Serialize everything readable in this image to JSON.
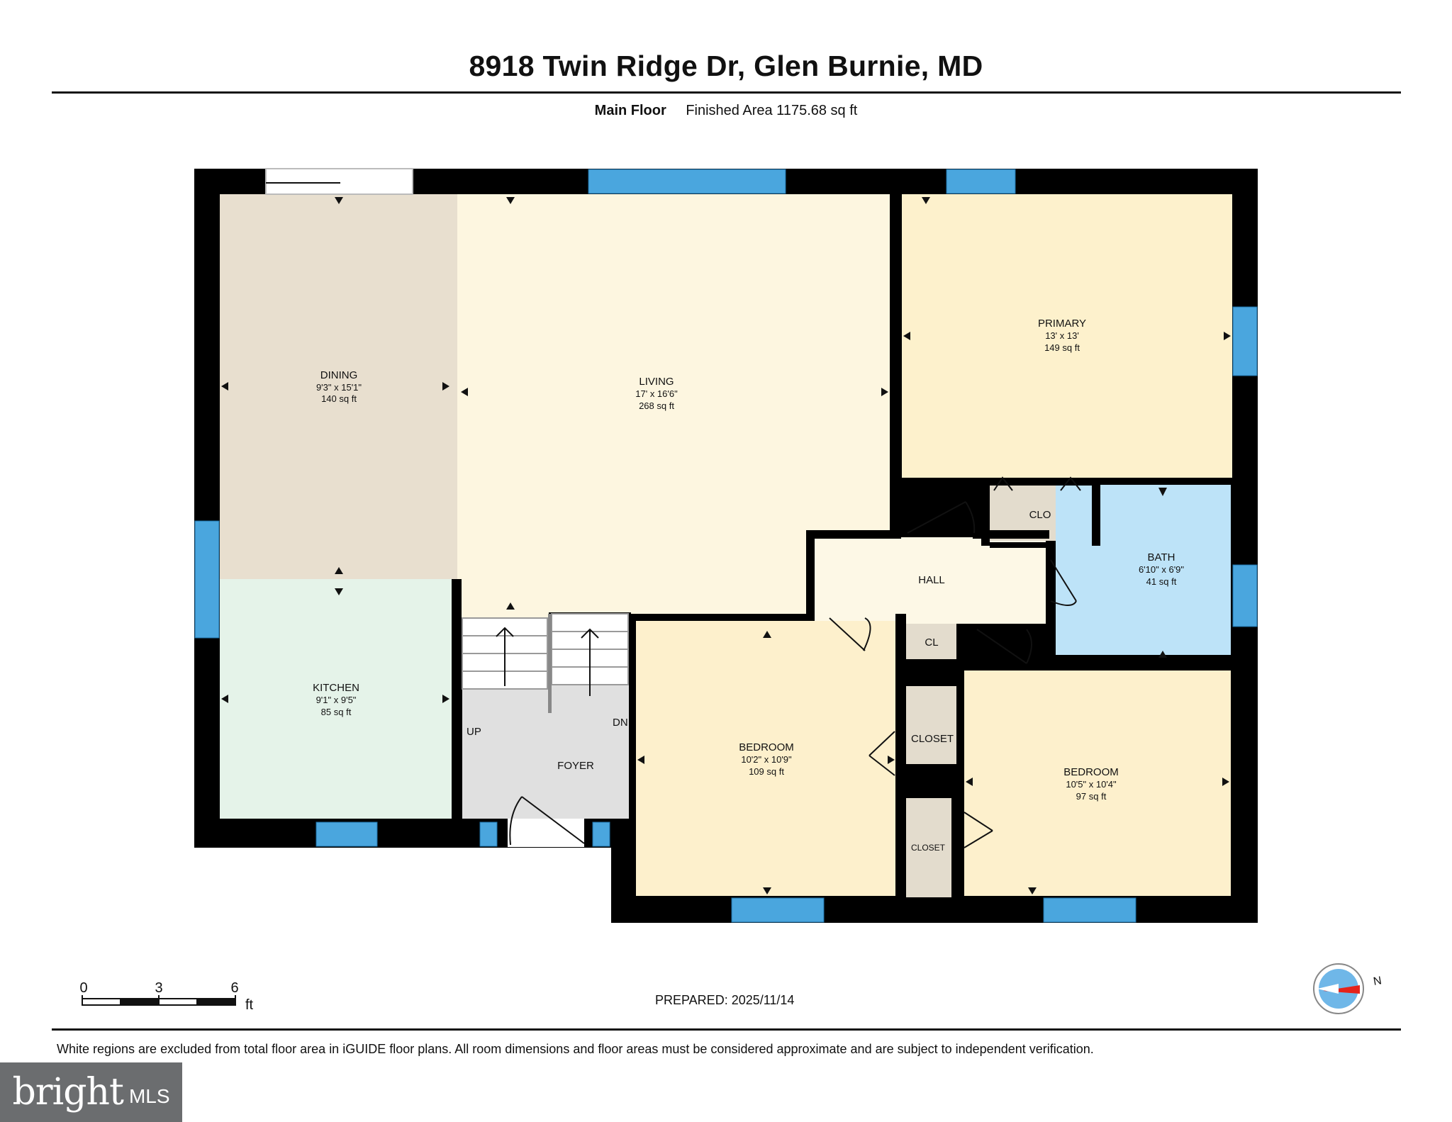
{
  "header": {
    "title": "8918 Twin Ridge Dr, Glen Burnie, MD",
    "floor_label": "Main Floor",
    "finished_area": "Finished Area 1175.68 sq ft"
  },
  "rooms": {
    "dining": {
      "name": "DINING",
      "dims": "9'3\" x 15'1\"",
      "area": "140 sq ft"
    },
    "living": {
      "name": "LIVING",
      "dims": "17' x 16'6\"",
      "area": "268 sq ft"
    },
    "primary": {
      "name": "PRIMARY",
      "dims": "13' x 13'",
      "area": "149 sq ft"
    },
    "kitchen": {
      "name": "KITCHEN",
      "dims": "9'1\" x 9'5\"",
      "area": "85 sq ft"
    },
    "bath": {
      "name": "BATH",
      "dims": "6'10\" x 6'9\"",
      "area": "41 sq ft"
    },
    "bedroom1": {
      "name": "BEDROOM",
      "dims": "10'2\" x 10'9\"",
      "area": "109 sq ft"
    },
    "bedroom2": {
      "name": "BEDROOM",
      "dims": "10'5\" x 10'4\"",
      "area": "97 sq ft"
    },
    "hall": {
      "name": "HALL"
    },
    "clo": {
      "name": "CLO"
    },
    "cl": {
      "name": "CL"
    },
    "closet1": {
      "name": "CLOSET"
    },
    "closet2": {
      "name": "CLOSET"
    },
    "foyer": {
      "name": "FOYER"
    },
    "stairs_up": "UP",
    "stairs_down": "DN"
  },
  "colors": {
    "dining": "#e8dfcf",
    "living": "#fdf6e0",
    "primary": "#fdf1cc",
    "kitchen": "#e5f3e9",
    "bath": "#bde3f8",
    "bedroom": "#fdf0cc",
    "hall": "#fdf8e6",
    "closet": "#e3dccd",
    "foyer": "#e0e0e0",
    "wall": "#000000",
    "window": "#4aa6de"
  },
  "scale_bar": {
    "ticks": [
      "0",
      "3",
      "6"
    ],
    "unit": "ft"
  },
  "compass": {
    "label": "N"
  },
  "footer": {
    "prepared": "PREPARED: 2025/11/14",
    "disclaimer": "White regions are excluded from total floor area in iGUIDE floor plans. All room dimensions and floor areas must be considered approximate and are subject to independent verification."
  },
  "logo": {
    "brand": "bright",
    "suffix": "MLS"
  }
}
